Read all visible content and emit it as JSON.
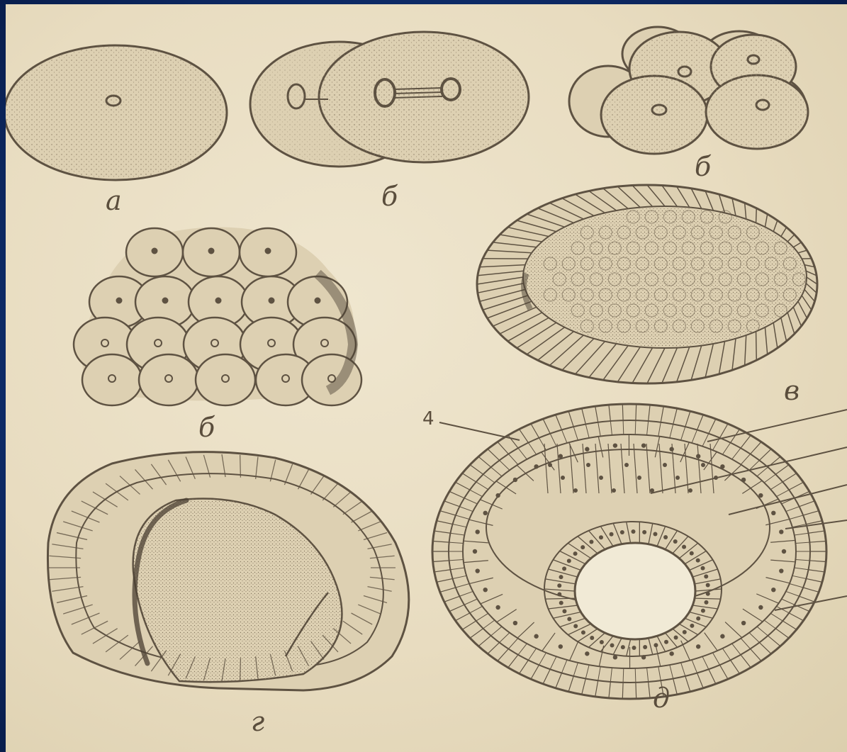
{
  "figure": {
    "labels": {
      "a": "а",
      "b1": "б",
      "b2": "б",
      "b3": "б",
      "v": "в",
      "g": "г",
      "d": "д"
    },
    "number_4": "4"
  },
  "colors": {
    "background": "#0d2a66",
    "paper": "#e8dcc0",
    "ink": "#5e5242",
    "cell_fill": "#ddd0b2",
    "blastocoel": "#f1ead6"
  }
}
